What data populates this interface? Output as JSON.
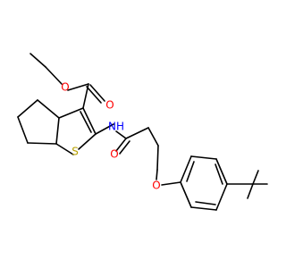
{
  "structure": {
    "atoms": {
      "O_ester_carbonyl": {
        "label": "O",
        "color": "#ff0000"
      },
      "O_ester_link": {
        "label": "O",
        "color": "#ff0000"
      },
      "NH": {
        "label": "NH",
        "color": "#0000ff"
      },
      "S": {
        "label": "S",
        "color": "#b8a100"
      },
      "O_amide": {
        "label": "O",
        "color": "#ff0000"
      },
      "O_ether": {
        "label": "O",
        "color": "#ff0000"
      }
    }
  }
}
